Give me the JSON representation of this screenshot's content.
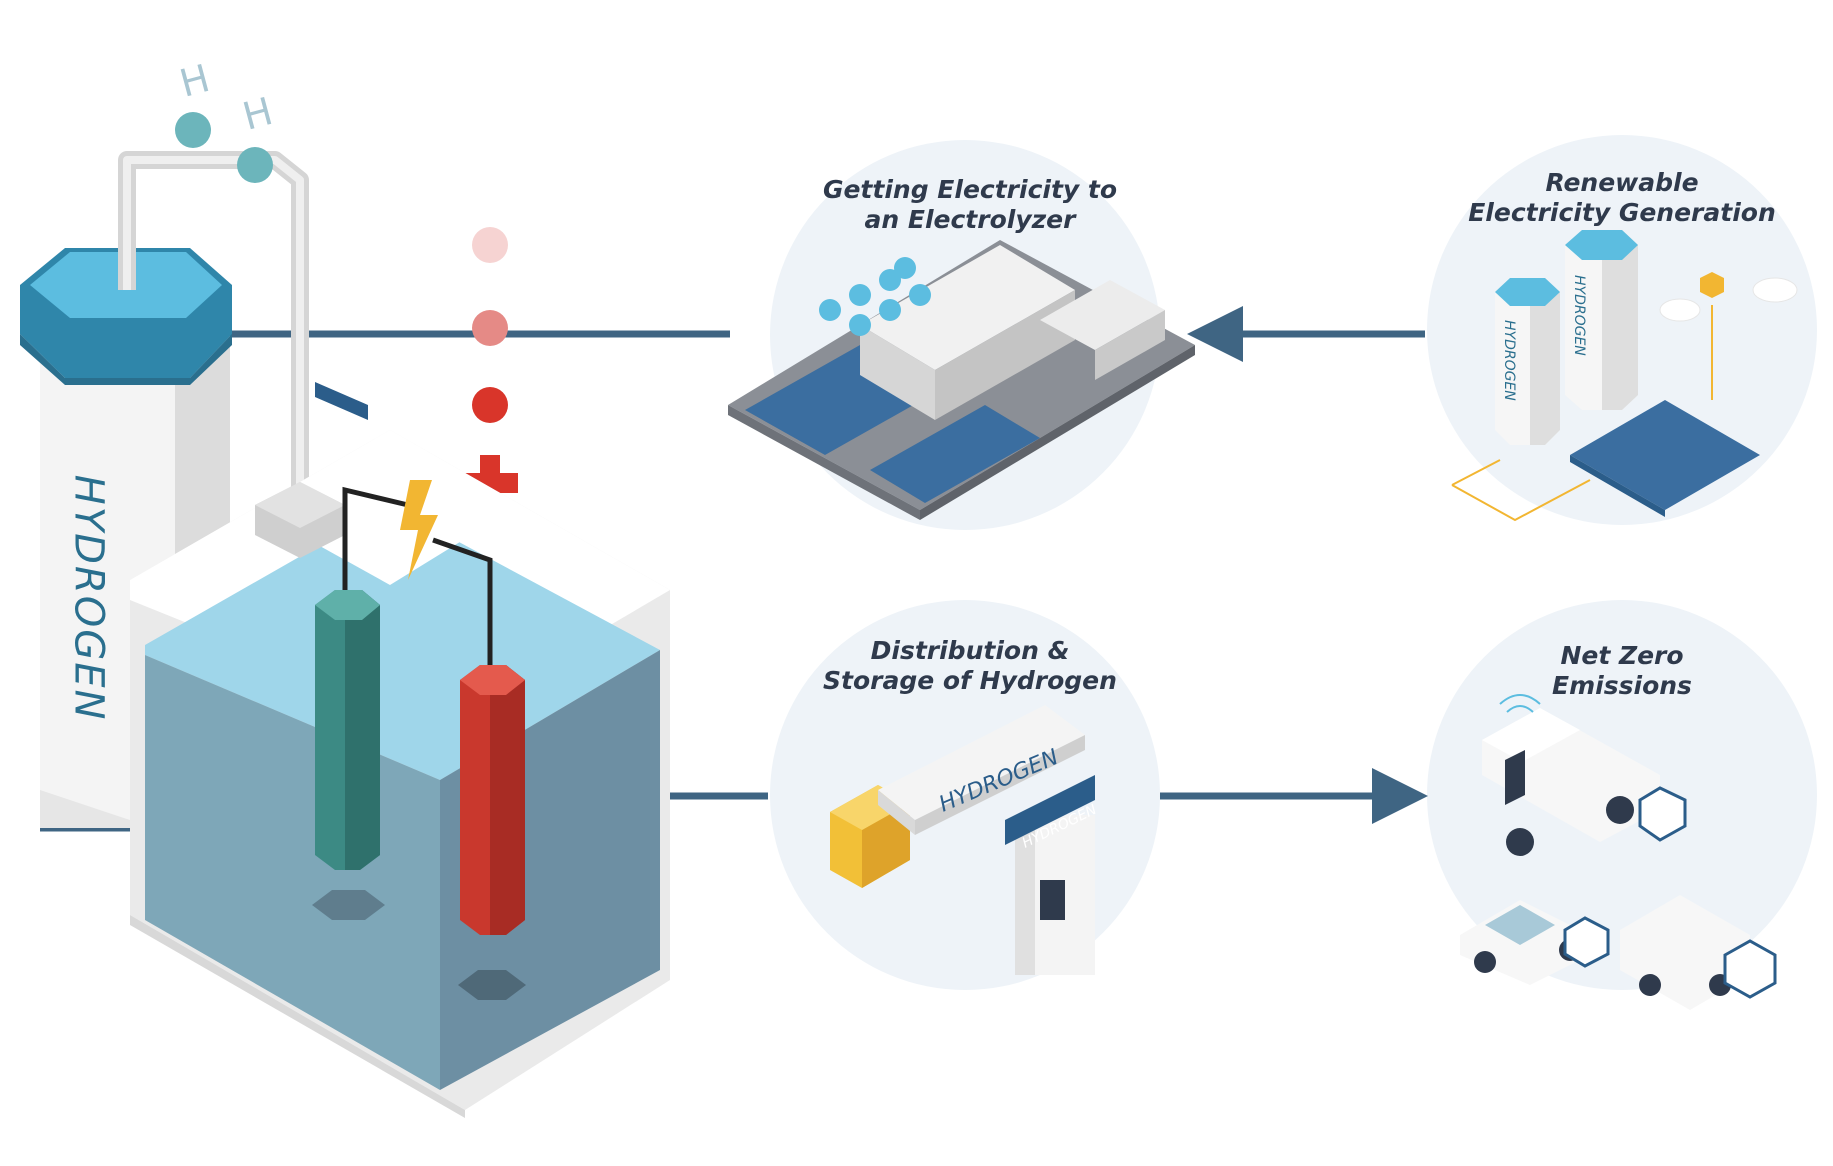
{
  "labels": {
    "electrolyzer": {
      "line1": "Getting Electricity to",
      "line2": "an Electrolyzer"
    },
    "renewable": {
      "line1": "Renewable",
      "line2": "Electricity Generation"
    },
    "distribution": {
      "line1": "Distribution &",
      "line2": "Storage of Hydrogen"
    },
    "net_zero": {
      "line1": "Net Zero",
      "line2": "Emissions"
    }
  },
  "tank_text": "HYDROGEN",
  "molecule_symbol": "H",
  "colors": {
    "circle_bg": "#eef3f8",
    "connector": "#3f6583",
    "tank_cap": "#5cbde0",
    "anode": "#3c8a84",
    "cathode": "#c9382d",
    "plus": "#d9352a",
    "minus": "#2b5d8a",
    "water": "#9fd6ea",
    "label_text": "#2f3a4c"
  }
}
